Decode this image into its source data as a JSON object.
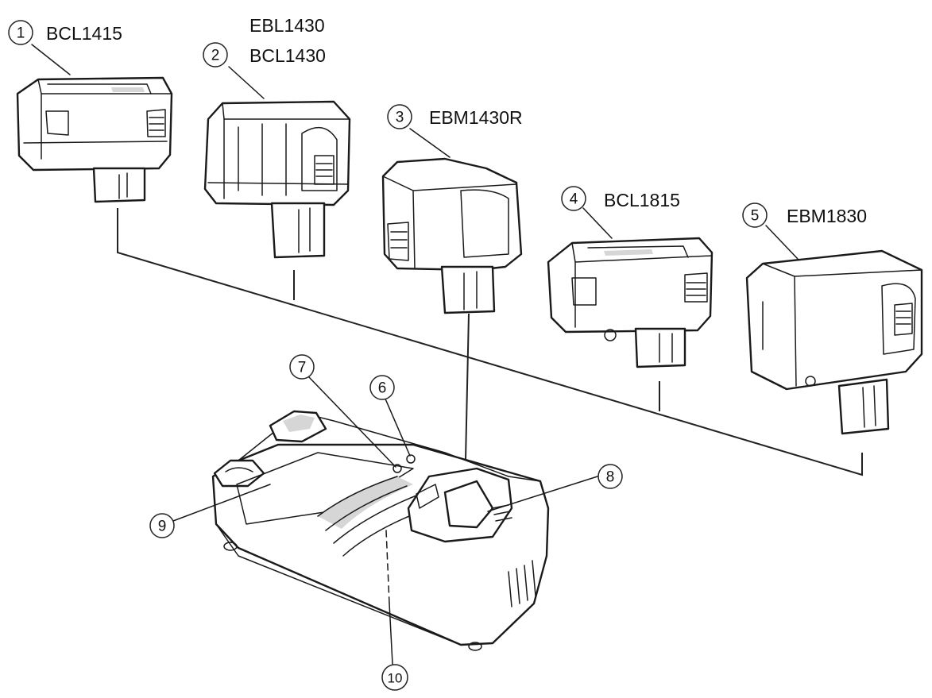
{
  "batteries": [
    {
      "marker": "1",
      "model": "BCL1415"
    },
    {
      "marker": "2",
      "model_line1": "EBL1430",
      "model_line2": "BCL1430"
    },
    {
      "marker": "3",
      "model": "EBM1430R"
    },
    {
      "marker": "4",
      "model": "BCL1815"
    },
    {
      "marker": "5",
      "model": "EBM1830"
    }
  ],
  "charger_parts": [
    {
      "marker": "6"
    },
    {
      "marker": "7"
    },
    {
      "marker": "8"
    },
    {
      "marker": "9"
    },
    {
      "marker": "10"
    }
  ]
}
